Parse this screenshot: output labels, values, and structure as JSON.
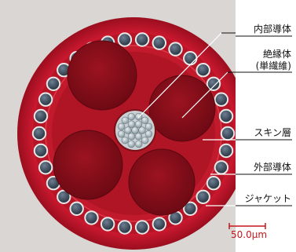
{
  "figure": {
    "labels": [
      {
        "id": "inner-conductor",
        "text": "内部導体"
      },
      {
        "id": "insulator-line1",
        "text": "絶縁体"
      },
      {
        "id": "insulator-line2",
        "text": "(単繊維)"
      },
      {
        "id": "skin-layer",
        "text": "スキン層"
      },
      {
        "id": "outer-conductor",
        "text": "外部導体"
      },
      {
        "id": "jacket",
        "text": "ジャケット"
      }
    ],
    "scale_bar": {
      "text": "50.0μm"
    },
    "colors": {
      "jacket": "#c8142c",
      "insulator": "#8e0f18",
      "wire": "#3a4a5a",
      "scale_bar": "#c4161c",
      "leader_line": "#ffffff"
    }
  }
}
